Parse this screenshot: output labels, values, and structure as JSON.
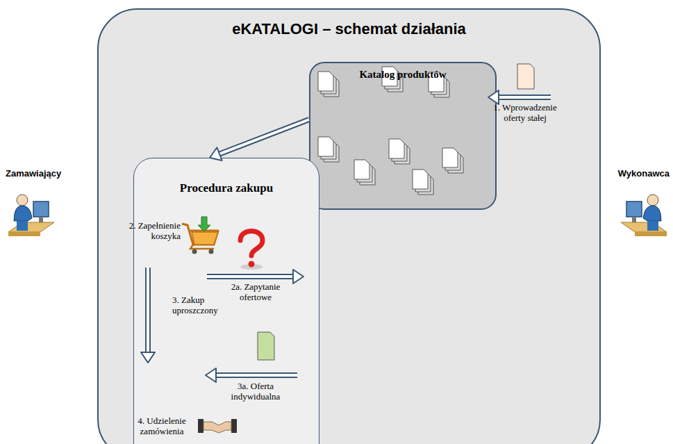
{
  "diagram": {
    "nodes": [
      {
        "text": [
          "eKATALOGI – schemat działania"
        ]
      },
      {
        "text": [
          "Katalog produktów"
        ],
        "in": 0
      },
      {
        "text": [
          "Procedura zakupu"
        ],
        "in": 0
      }
    ],
    "edges": [
      {
        "from": 1,
        "to": 2,
        "arrow": "to"
      }
    ],
    "labels": [
      "Zamawiający",
      "Wykonawca",
      "1. Wprowadzenie oferty stałej",
      "2. Zapełnienie koszyka",
      "2a. Zapytanie ofertowe",
      "3. Zakup uproszczony",
      "3a. Oferta indywidualna",
      "4. Udzielenie zamówienia"
    ]
  }
}
